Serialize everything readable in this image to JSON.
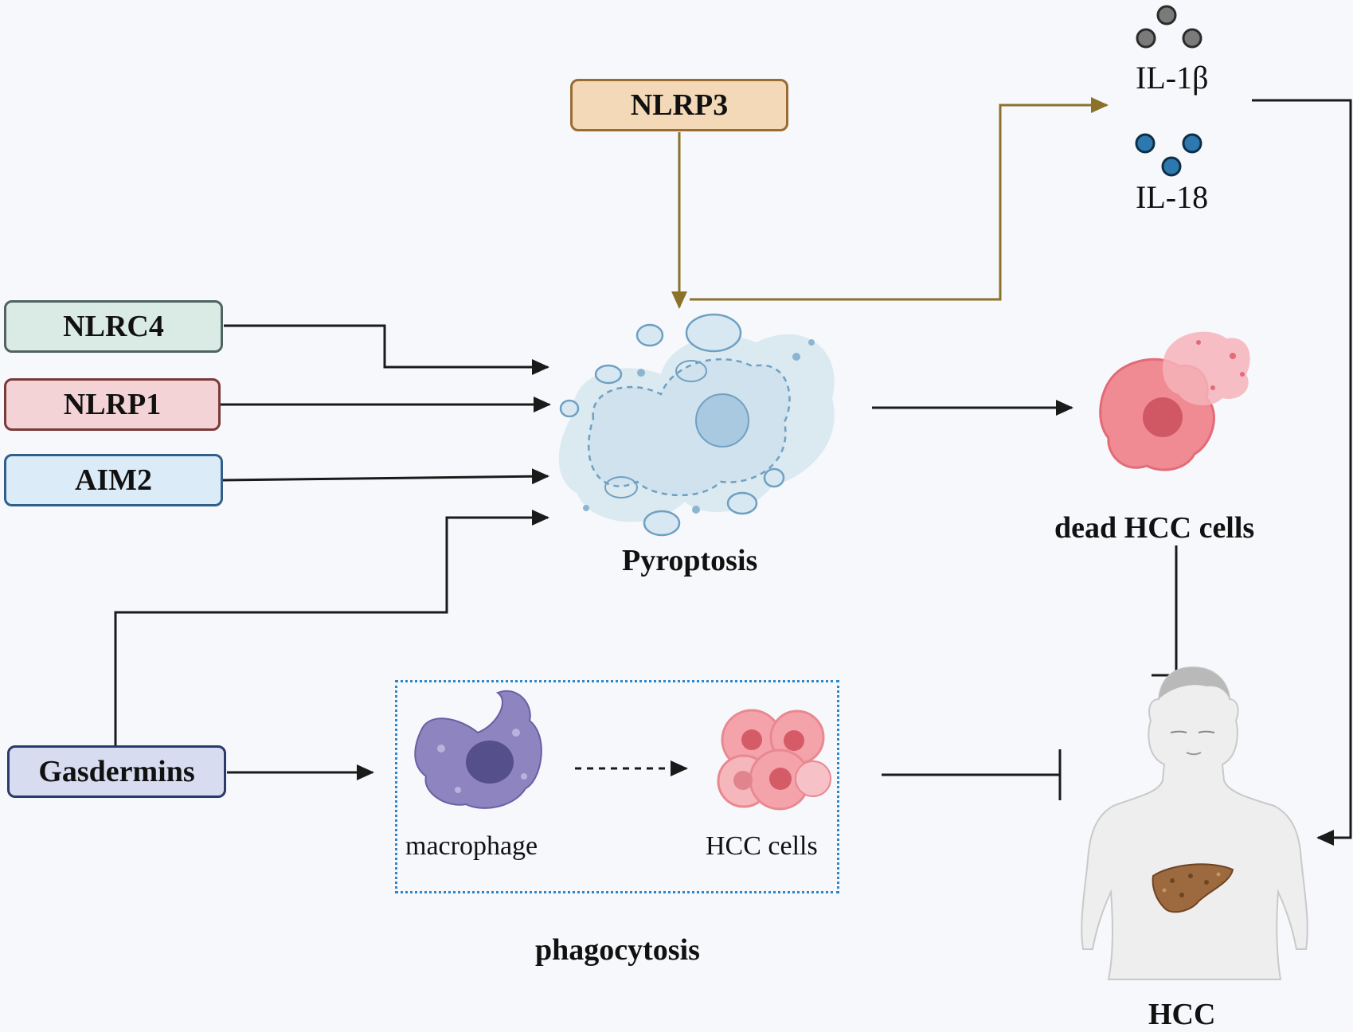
{
  "nodes": {
    "nlrp3": "NLRP3",
    "nlrc4": "NLRC4",
    "nlrp1": "NLRP1",
    "aim2": "AIM2",
    "gasdermins": "Gasdermins"
  },
  "labels": {
    "il1b": "IL-1β",
    "il18": "IL-18",
    "pyroptosis": "Pyroptosis",
    "dead_hcc": "dead HCC cells",
    "macrophage": "macrophage",
    "hcc_cells": "HCC cells",
    "phagocytosis": "phagocytosis",
    "hcc": "HCC"
  },
  "colors": {
    "nlrp3_fill": "#f3d9b8",
    "nlrp3_border": "#9a6b33",
    "nlrc4_fill": "#d9ebe4",
    "nlrc4_border": "#4f6360",
    "nlrp1_fill": "#f3d3d5",
    "nlrp1_border": "#7a3a3a",
    "aim2_fill": "#dcebf8",
    "aim2_border": "#2f5f8a",
    "gasdermins_fill": "#d7dcf0",
    "gasdermins_border": "#2a3a6a",
    "olive_arrow": "#8b7228",
    "black_arrow": "#1a1a1a"
  },
  "icons": [
    "il-1-beta-particles-icon",
    "il-18-particles-icon",
    "pyroptotic-cell-icon",
    "dead-hcc-cell-icon",
    "macrophage-icon",
    "hcc-cell-cluster-icon",
    "human-body-liver-icon"
  ]
}
